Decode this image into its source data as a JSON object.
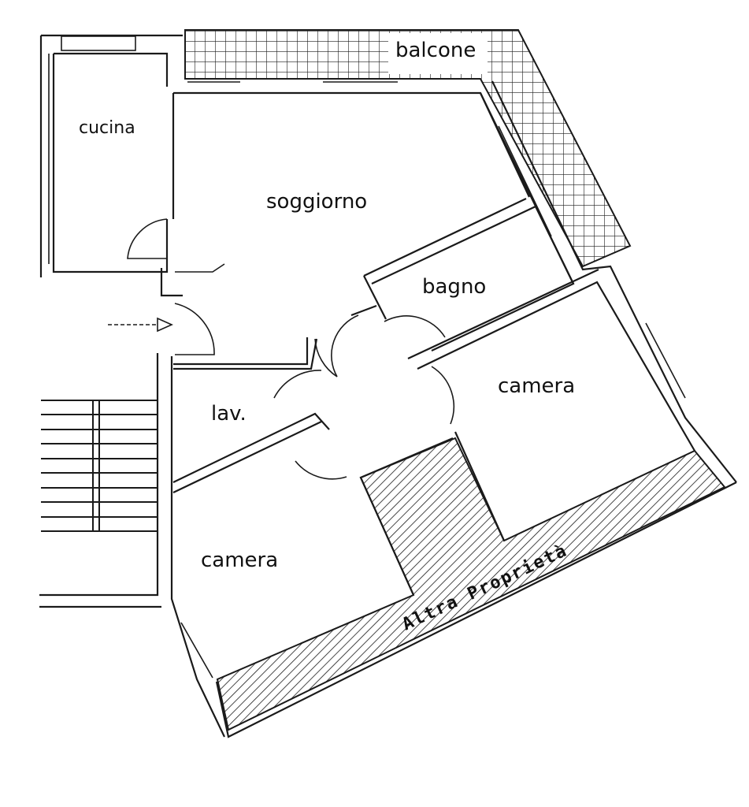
{
  "rooms": {
    "balcony": "balcone",
    "kitchen": "cucina",
    "living": "soggiorno",
    "bathroom": "bagno",
    "bedroom_right": "camera",
    "laundry": "lav.",
    "bedroom_left": "camera"
  },
  "other_property": "Altra Proprietà"
}
